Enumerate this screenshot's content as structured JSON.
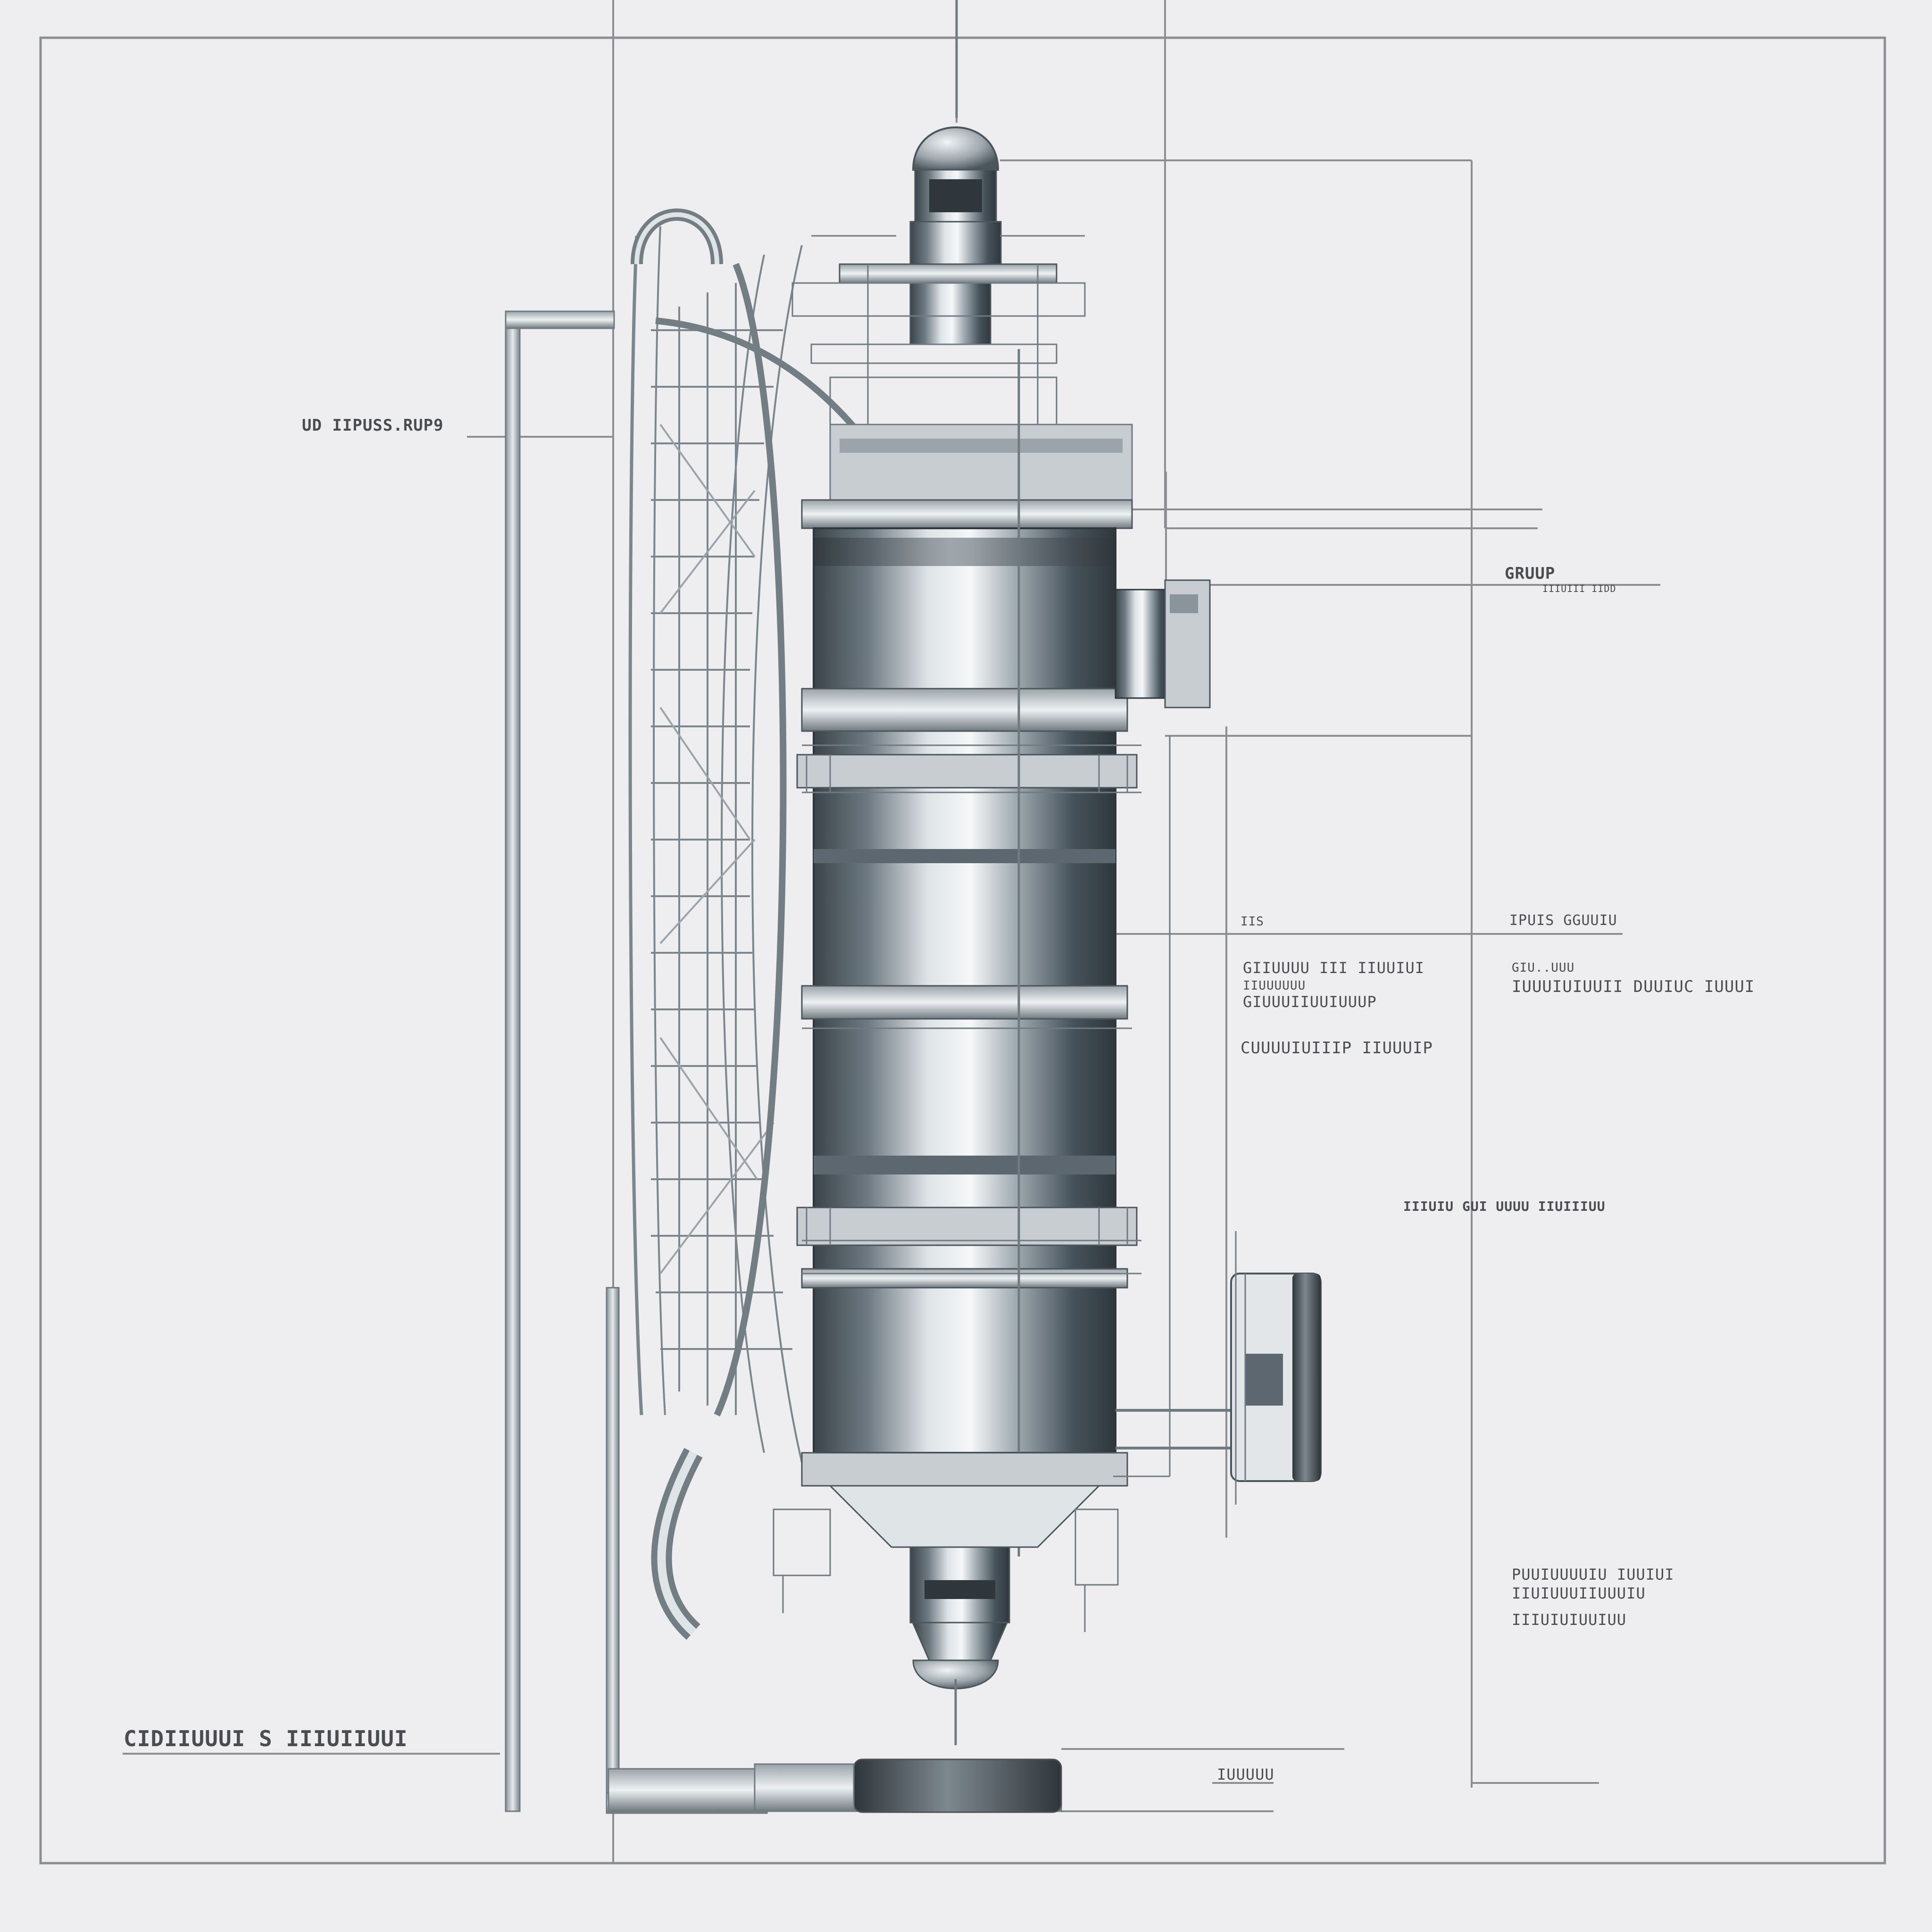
{
  "diagram": {
    "subject": "reactor-vessel-cutaway",
    "colors": {
      "paper": "#eeeef0",
      "line": "#8c8e92",
      "ink": "#4a4c50",
      "steel_dark": "#3a4248",
      "steel_mid": "#8a949b",
      "steel_light": "#d7dcdf"
    },
    "callouts": [
      {
        "id": "upper-left",
        "text": "UD IIPUSS.RUP9"
      },
      {
        "id": "right-upper",
        "text": "GRUUP"
      },
      {
        "id": "right-upper-sub",
        "text": "IIIUIII IIDD"
      },
      {
        "id": "center-small",
        "text": "IIS"
      },
      {
        "id": "right-mid",
        "text": "IPUIS GGUUIU"
      },
      {
        "id": "center-mid-1",
        "text": "GIIUUUU III IIUUIUI"
      },
      {
        "id": "center-mid-2",
        "text": "IIUUUUUU"
      },
      {
        "id": "center-mid-3",
        "text": "GIUUUIIUUIUUUP"
      },
      {
        "id": "right-mid-2",
        "text": "GIU..UUU"
      },
      {
        "id": "right-mid-3",
        "text": "IUUUIUIUUII DUUIUC IUUUI"
      },
      {
        "id": "center-lower",
        "text": "CUUUUIUIIIP IIUUUIP"
      },
      {
        "id": "right-lower",
        "text": "IIIUIU GUI UUUU IIUIIIUU"
      },
      {
        "id": "bottom-right-1",
        "text": "PUUIUUUUIU IUUIUI"
      },
      {
        "id": "bottom-right-2",
        "text": "IIUIUUUIIUUUIU"
      },
      {
        "id": "bottom-right-3",
        "text": "IIIUIUIUUIUU"
      },
      {
        "id": "bottom-left",
        "text": "CIDIIUUUI S IIIUIIUUI"
      },
      {
        "id": "bottom-center",
        "text": "IUUUUU"
      }
    ]
  }
}
